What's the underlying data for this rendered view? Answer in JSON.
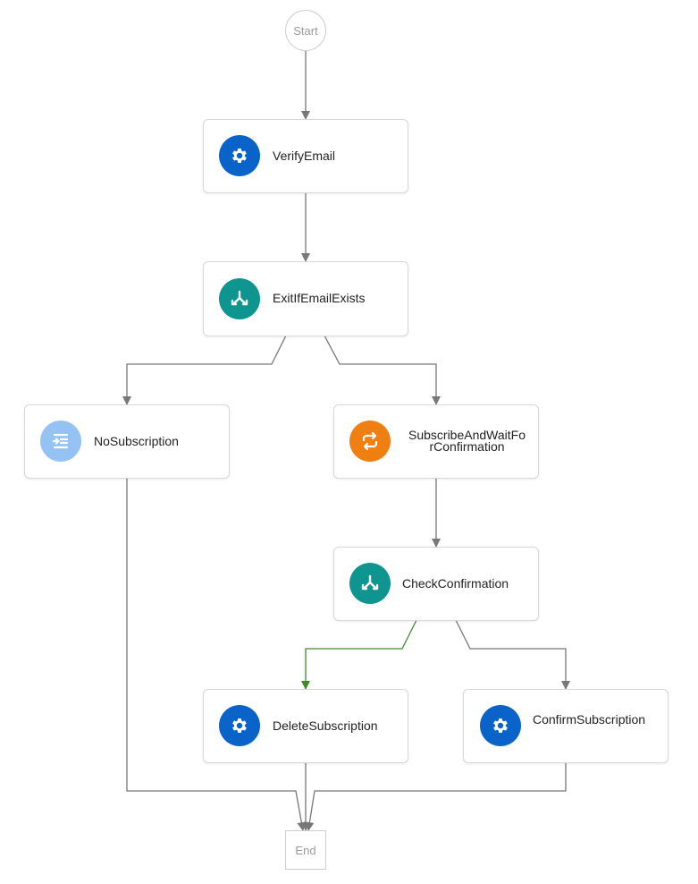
{
  "start_label": "Start",
  "end_label": "End",
  "colors": {
    "service": "#0a63c9",
    "switch": "#0e9590",
    "inject": "#94c2f2",
    "loop": "#f07f12",
    "edge": "#777777",
    "edge_highlight": "#3e8a2c"
  },
  "nodes": [
    {
      "id": "verify",
      "label": "VerifyEmail",
      "icon": "gear-icon"
    },
    {
      "id": "exit",
      "label": "ExitIfEmailExists",
      "icon": "branch-icon"
    },
    {
      "id": "nosub",
      "label": "NoSubscription",
      "icon": "inject-icon"
    },
    {
      "id": "subscribe",
      "label_line1": "SubscribeAndWaitFo",
      "label_line2": "rConfirmation",
      "icon": "loop-icon"
    },
    {
      "id": "check",
      "label": "CheckConfirmation",
      "icon": "branch-icon"
    },
    {
      "id": "delete",
      "label": "DeleteSubscription",
      "icon": "gear-icon"
    },
    {
      "id": "confirm",
      "label": "ConfirmSubscription",
      "icon": "gear-icon"
    }
  ]
}
